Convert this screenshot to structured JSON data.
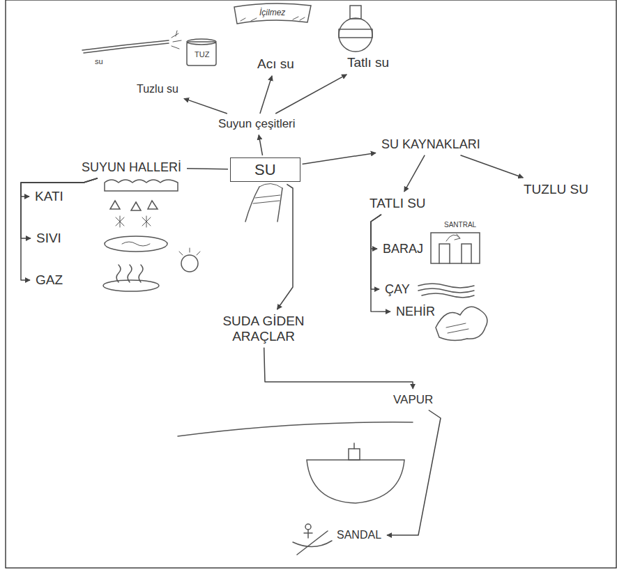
{
  "diagram": {
    "nodes": [
      {
        "text": [
          "Acı su"
        ]
      },
      {
        "text": [
          "Tatlı su"
        ]
      },
      {
        "text": [
          "Tuzlu su"
        ]
      },
      {
        "text": [
          "Suyun çeşitleri"
        ]
      },
      {
        "text": [
          "SUYUN HALLERİ"
        ]
      },
      {
        "text": [
          "SU"
        ]
      },
      {
        "text": [
          "SU KAYNAKLARI"
        ]
      },
      {
        "text": [
          "TUZLU SU"
        ]
      },
      {
        "text": [
          "TATLI SU"
        ]
      },
      {
        "text": [
          "KATI"
        ]
      },
      {
        "text": [
          "BARAJ"
        ]
      },
      {
        "text": [
          "SIVI"
        ]
      },
      {
        "text": [
          "ÇAY"
        ]
      },
      {
        "text": [
          "GAZ"
        ]
      },
      {
        "text": [
          "NEHİR"
        ]
      },
      {
        "text": [
          "SUDA GİDEN ARAÇLAR"
        ]
      },
      {
        "text": [
          "VAPUR"
        ]
      },
      {
        "text": [
          "SANDAL"
        ]
      }
    ],
    "edges": [
      {
        "from": 5,
        "to": 3,
        "arrow": "to"
      },
      {
        "from": 3,
        "to": 2,
        "arrow": "to"
      },
      {
        "from": 3,
        "to": 0,
        "arrow": "to"
      },
      {
        "from": 3,
        "to": 1,
        "arrow": "to"
      },
      {
        "from": 5,
        "to": 4,
        "arrow": "none"
      },
      {
        "from": 5,
        "to": 6,
        "arrow": "to"
      },
      {
        "from": 6,
        "to": 8,
        "arrow": "to"
      },
      {
        "from": 6,
        "to": 7,
        "arrow": "to"
      },
      {
        "from": 4,
        "to": 9,
        "arrow": "to"
      },
      {
        "from": 4,
        "to": 11,
        "arrow": "to"
      },
      {
        "from": 4,
        "to": 13,
        "arrow": "to"
      },
      {
        "from": 8,
        "to": 10,
        "arrow": "to"
      },
      {
        "from": 8,
        "to": 12,
        "arrow": "to"
      },
      {
        "from": 8,
        "to": 14,
        "arrow": "to"
      },
      {
        "from": 5,
        "to": 15,
        "arrow": "to"
      },
      {
        "from": 15,
        "to": 16,
        "arrow": "to"
      },
      {
        "from": 16,
        "to": 17,
        "arrow": "to"
      }
    ],
    "labels": [
      "İçilmez",
      "TUZ",
      "su",
      "SANTRAL"
    ]
  }
}
